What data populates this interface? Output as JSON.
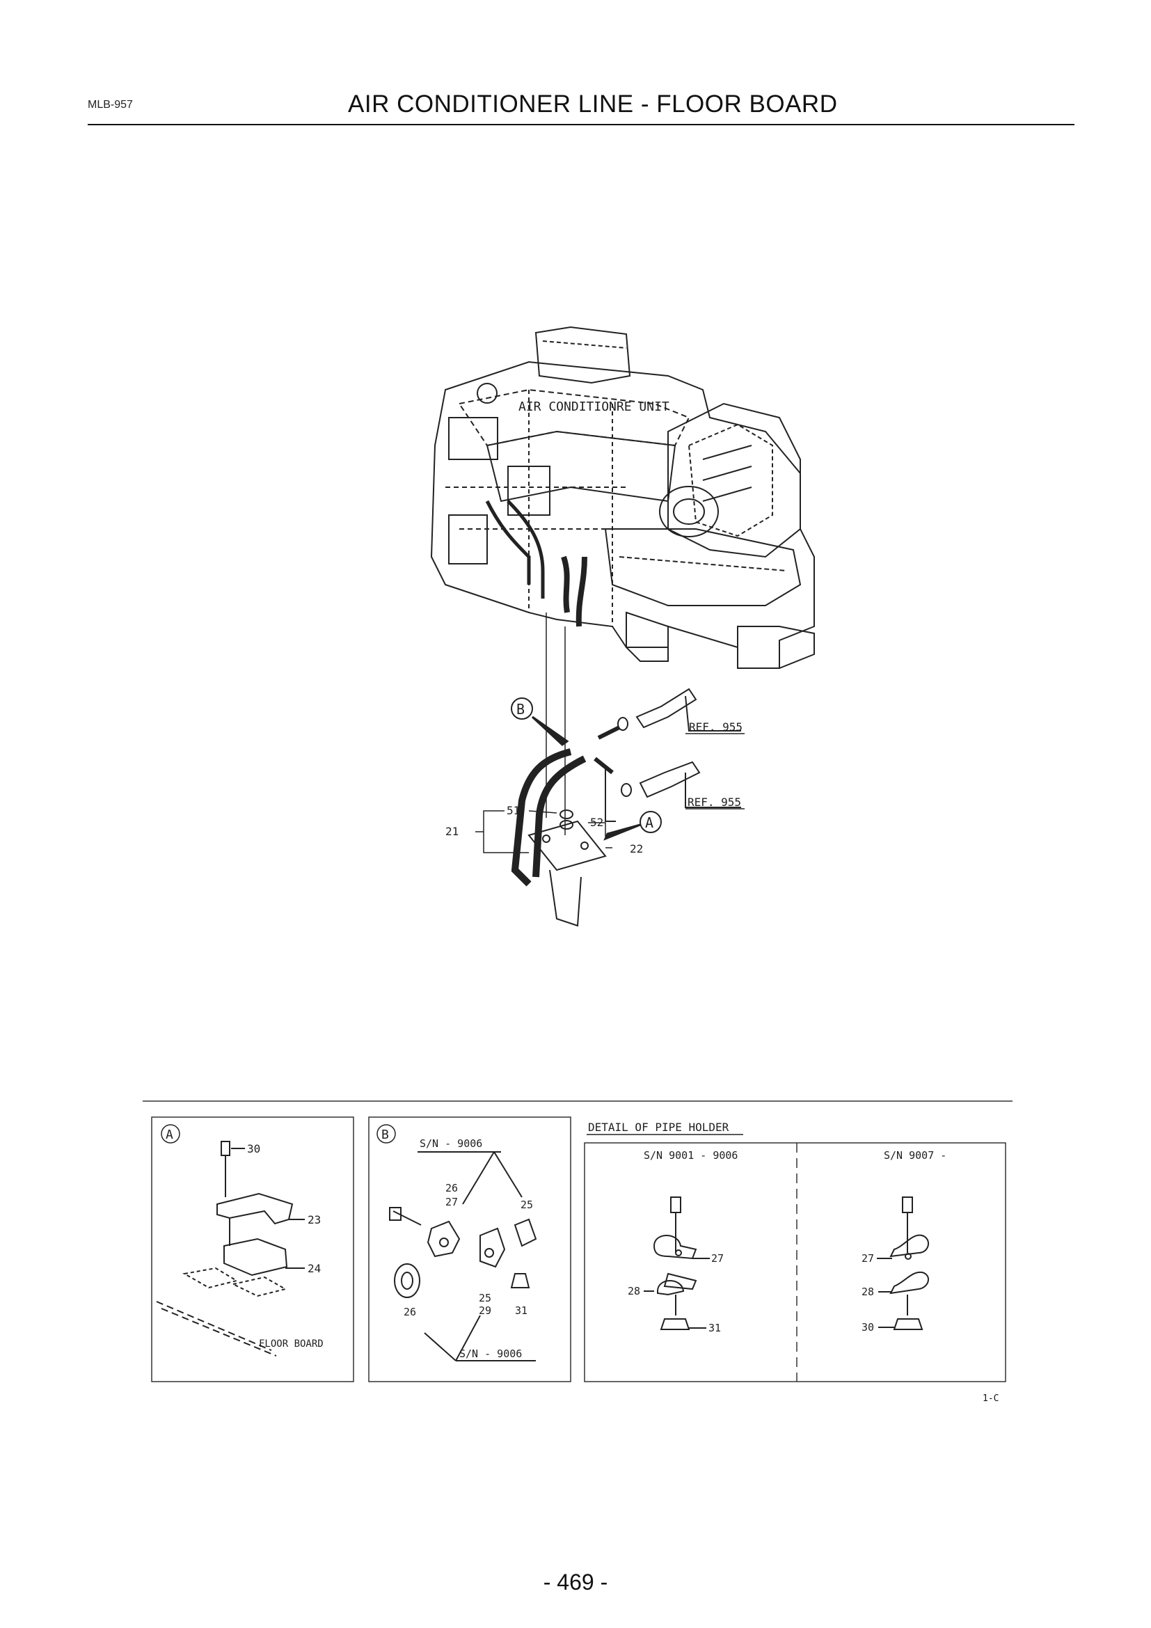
{
  "header": {
    "code": "MLB-957",
    "title": "AIR CONDITIONER LINE - FLOOR BOARD"
  },
  "main_drawing": {
    "unit_label": "AIR CONDITIONRE UNIT",
    "ref_upper": "REF. 955",
    "ref_lower": "REF. 955",
    "callout_b": "B",
    "callout_a": "A",
    "part_21": "21",
    "part_51": "51",
    "part_52": "52",
    "part_22": "22"
  },
  "detail_a": {
    "marker": "A",
    "part_30": "30",
    "part_23": "23",
    "part_24": "24",
    "floor_label": "FLOOR BOARD"
  },
  "detail_b": {
    "marker": "B",
    "sn_top": "S/N - 9006",
    "part_26a": "26",
    "part_27": "27",
    "part_25a": "25",
    "part_25b": "25",
    "part_29": "29",
    "part_31": "31",
    "part_26b": "26",
    "sn_bottom": "S/N - 9006"
  },
  "detail_pipe": {
    "title": "DETAIL OF PIPE HOLDER",
    "left_sn": "S/N 9001 - 9006",
    "right_sn": "S/N 9007 -",
    "left_27": "27",
    "left_28": "28",
    "left_31": "31",
    "right_27": "27",
    "right_28": "28",
    "right_30": "30"
  },
  "footer": {
    "fig_code": "1-C",
    "page_number": "- 469 -"
  }
}
